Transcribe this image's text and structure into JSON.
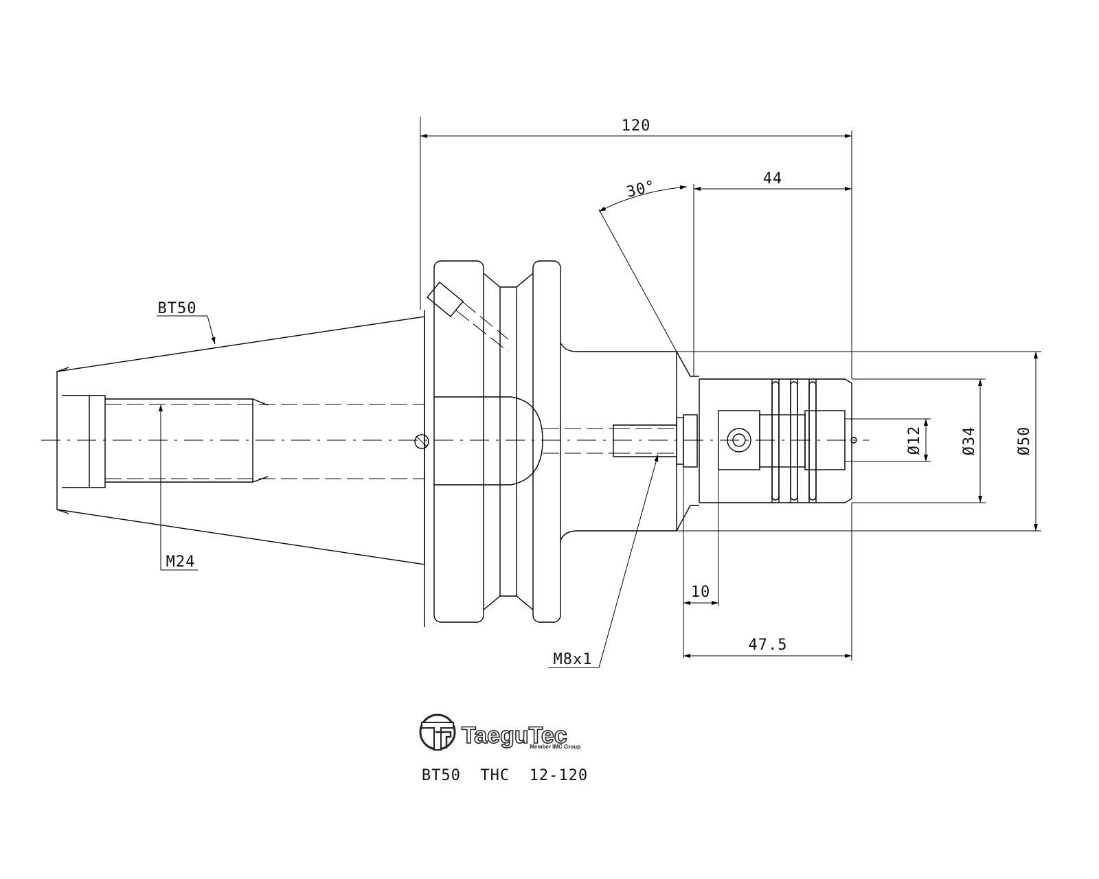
{
  "dimensions": {
    "overall_length": "120",
    "angle": "30°",
    "nose_length": "44",
    "flange_to_nut": "10",
    "collet_length": "47.5",
    "bore_diameter": "Ø12",
    "nut_diameter": "Ø34",
    "body_diameter": "Ø50"
  },
  "callouts": {
    "taper": "BT50",
    "pull_stud_thread": "M24",
    "screw_thread": "M8x1"
  },
  "logo": {
    "brand": "TaeguTec",
    "tagline": "Member IMC Group"
  },
  "part_number": "BT50  THC  12-120"
}
